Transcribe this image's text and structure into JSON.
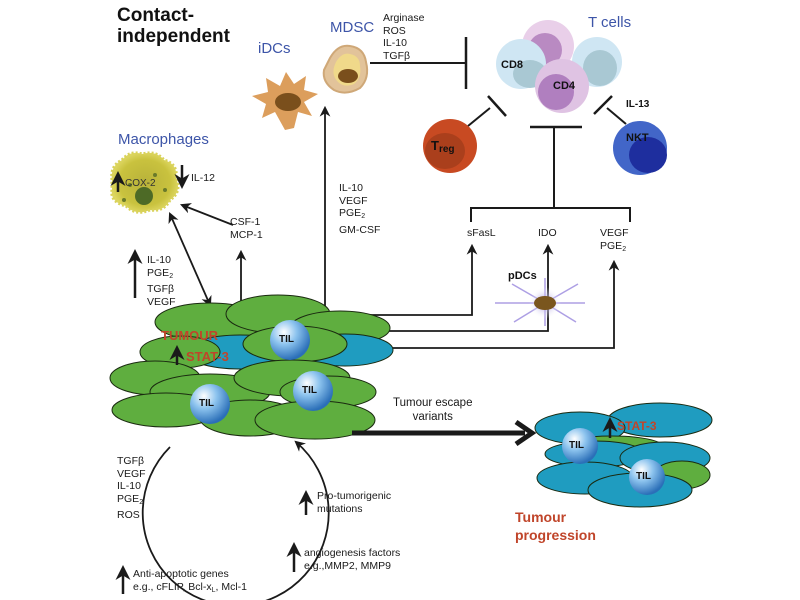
{
  "title": "Contact-independent",
  "title_lines": [
    "Contact-",
    "independent"
  ],
  "cells": {
    "idcs": "iDCs",
    "mdsc": "MDSC",
    "t_cells": "T cells",
    "cd8": "CD8",
    "cd4": "CD4",
    "treg": "T",
    "treg_sub": "reg",
    "nkt": "NKT",
    "macrophages": "Macrophages",
    "pdcs": "pDCs",
    "til": "TIL",
    "tumour": "TUMOUR",
    "stat3": "STAT-3"
  },
  "factors": {
    "mdsc_factors": [
      "Arginase",
      "ROS",
      "IL-10",
      "TGFβ"
    ],
    "il13": "IL-13",
    "cox2": "COX-2",
    "il12": "IL-12",
    "csf_mcp": [
      "CSF-1",
      "MCP-1"
    ],
    "macro_up": [
      "IL-10",
      "PGE",
      "TGFβ",
      "VEGF"
    ],
    "macro_up_sub": "2",
    "tumour_to_mdsc": [
      "IL-10",
      "VEGF",
      "PGE",
      "GM-CSF"
    ],
    "sfasl": "sFasL",
    "ido": "IDO",
    "vegf_pge": [
      "VEGF",
      "PGE"
    ],
    "sub2": "2",
    "loop_factors": [
      "TGFβ",
      "VEGF",
      "IL-10",
      "PGE",
      "ROS"
    ],
    "pro_tumorigenic": [
      "Pro-tumorigenic",
      "mutations"
    ],
    "angiogenesis": [
      "angiogenesis factors",
      "e.g.,MMP2, MMP9"
    ],
    "anti_apoptotic": [
      "Anti-apoptotic genes",
      "e.g., cFLIP, Bcl-x",
      ", Mcl-1"
    ],
    "bcl_sub": "L"
  },
  "escape": {
    "label": [
      "Tumour escape",
      "variants"
    ],
    "progression": [
      "Tumour",
      "progression"
    ]
  },
  "colors": {
    "tumour_green": "#5fae3f",
    "tumour_blue": "#1f9cc0",
    "label_blue": "#3d55a8",
    "stat3_red": "#c0452a",
    "treg": "#c4441f",
    "nkt": "#3b5fc4",
    "cd8": "#c8e4f2",
    "cd4": "#dcb9dc"
  }
}
